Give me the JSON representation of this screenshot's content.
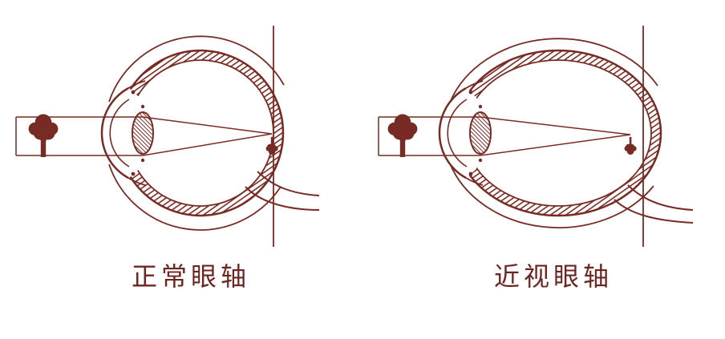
{
  "figure": {
    "background_color": "#ffffff",
    "ink_color": "#772b24",
    "label_color": "#6b2620",
    "panels": [
      {
        "id": "normal-eye",
        "label": "正常眼轴",
        "eye_shape": "round",
        "focus_position": "on-retina"
      },
      {
        "id": "myopic-eye",
        "label": "近视眼轴",
        "eye_shape": "elongated",
        "focus_position": "in-front-of-retina"
      }
    ],
    "icons": {
      "tree": "tree-silhouette-source-object",
      "inverted_tree": "small-inverted-retinal-image-tree",
      "focal_line": "vertical-focal-plane-line"
    }
  }
}
